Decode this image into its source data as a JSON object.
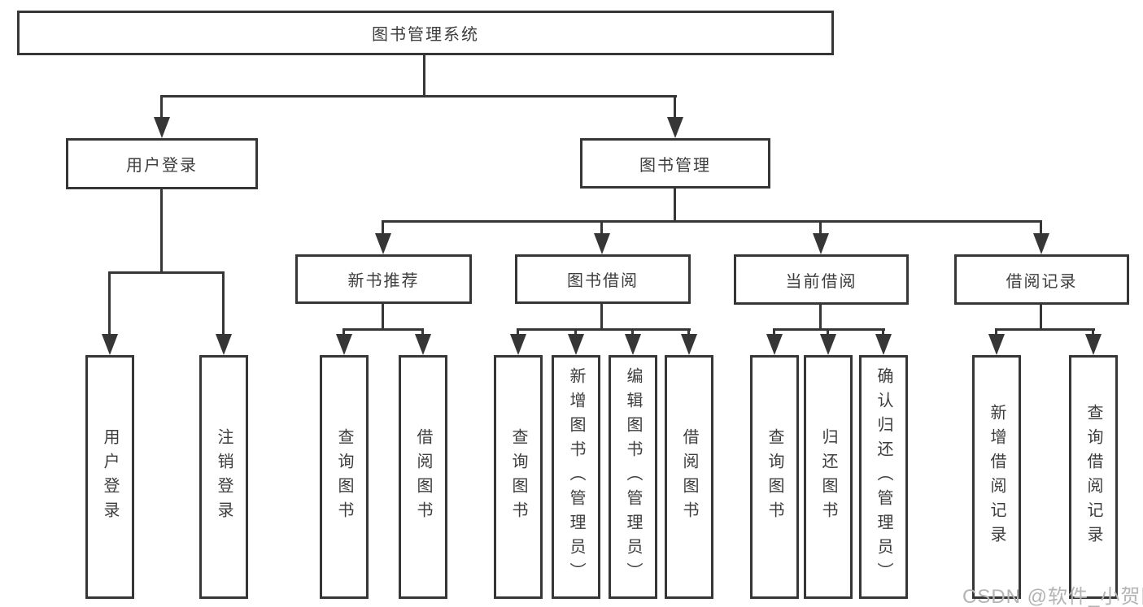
{
  "nodes": {
    "root": "图书管理系统",
    "level1": [
      "用户登录",
      "图书管理"
    ],
    "level2": [
      "新书推荐",
      "图书借阅",
      "当前借阅",
      "借阅记录"
    ],
    "leaves": {
      "user_login": [
        "用户登录",
        "注销登录"
      ],
      "new_book": [
        "查询图书",
        "借阅图书"
      ],
      "borrow": [
        "查询图书",
        "新增图书（管理员）",
        "编辑图书（管理员）",
        "借阅图书"
      ],
      "current": [
        "查询图书",
        "归还图书",
        "确认归还（管理员）"
      ],
      "records": [
        "新增借阅记录",
        "查询借阅记录"
      ]
    }
  },
  "watermark": "CSDN @软件_小贺同学",
  "colors": {
    "line": "#363636",
    "text": "#3d3d3d",
    "box_background": "#ffffff",
    "watermark": "#b3b3b3",
    "background": "#ffffff"
  }
}
